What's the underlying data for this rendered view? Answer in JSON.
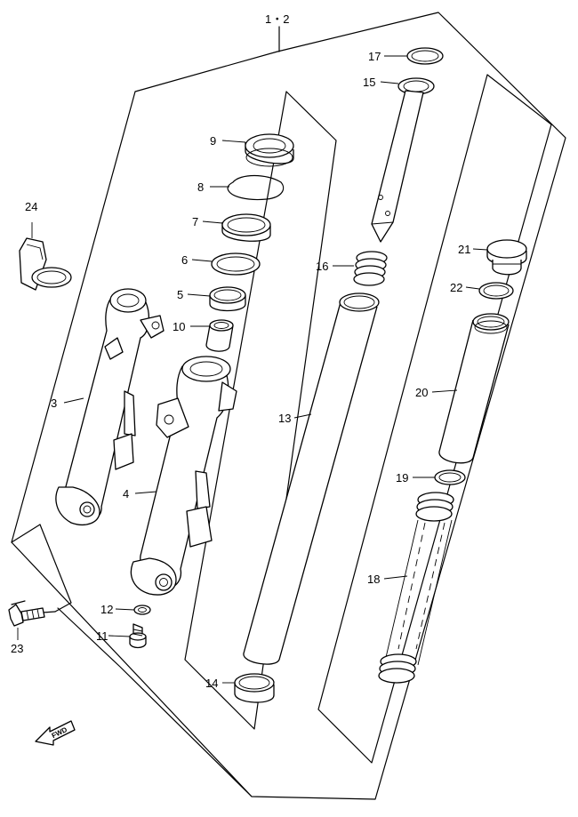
{
  "diagram": {
    "assembly_label": "1・2",
    "fwd_label": "FWD",
    "parts": [
      {
        "id": "p3",
        "label": "3"
      },
      {
        "id": "p4",
        "label": "4"
      },
      {
        "id": "p5",
        "label": "5"
      },
      {
        "id": "p6",
        "label": "6"
      },
      {
        "id": "p7",
        "label": "7"
      },
      {
        "id": "p8",
        "label": "8"
      },
      {
        "id": "p9",
        "label": "9"
      },
      {
        "id": "p10",
        "label": "10"
      },
      {
        "id": "p11",
        "label": "11"
      },
      {
        "id": "p12",
        "label": "12"
      },
      {
        "id": "p13",
        "label": "13"
      },
      {
        "id": "p14",
        "label": "14"
      },
      {
        "id": "p15",
        "label": "15"
      },
      {
        "id": "p16",
        "label": "16"
      },
      {
        "id": "p17",
        "label": "17"
      },
      {
        "id": "p18",
        "label": "18"
      },
      {
        "id": "p19",
        "label": "19"
      },
      {
        "id": "p20",
        "label": "20"
      },
      {
        "id": "p21",
        "label": "21"
      },
      {
        "id": "p22",
        "label": "22"
      },
      {
        "id": "p23",
        "label": "23"
      },
      {
        "id": "p24",
        "label": "24"
      }
    ]
  }
}
